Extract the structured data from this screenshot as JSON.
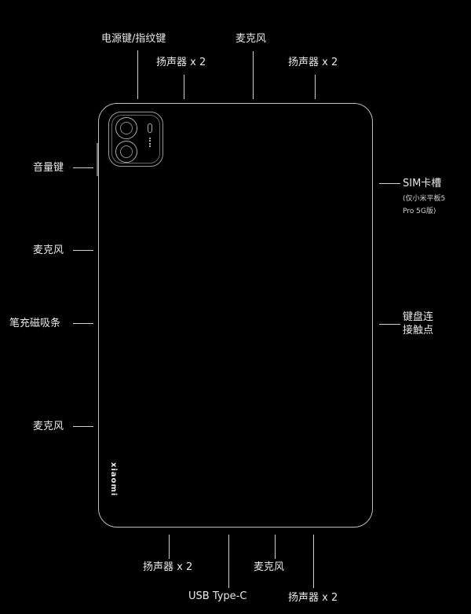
{
  "diagram": {
    "device": "Xiaomi Pad 5 back view",
    "brand_text": "xiaomi",
    "top_labels": [
      {
        "text": "电源键/指纹键"
      },
      {
        "text": "扬声器 x 2"
      },
      {
        "text": "麦克风"
      },
      {
        "text": "扬声器 x 2"
      }
    ],
    "left_labels": [
      {
        "text": "音量键"
      },
      {
        "text": "麦克风"
      },
      {
        "text": "笔充磁吸条"
      },
      {
        "text": "麦克风"
      }
    ],
    "right_labels": [
      {
        "text": "SIM卡槽",
        "note_line1": "(仅小米平板5",
        "note_line2": "Pro 5G版)"
      },
      {
        "text_line1": "键盘连",
        "text_line2": "接触点"
      }
    ],
    "bottom_labels": [
      {
        "text": "扬声器 x 2"
      },
      {
        "text": "USB Type-C"
      },
      {
        "text": "麦克风"
      },
      {
        "text": "扬声器 x 2"
      }
    ],
    "colors": {
      "background": "#000000",
      "outline": "#bdbdbd",
      "text": "#e8e8e8"
    }
  }
}
